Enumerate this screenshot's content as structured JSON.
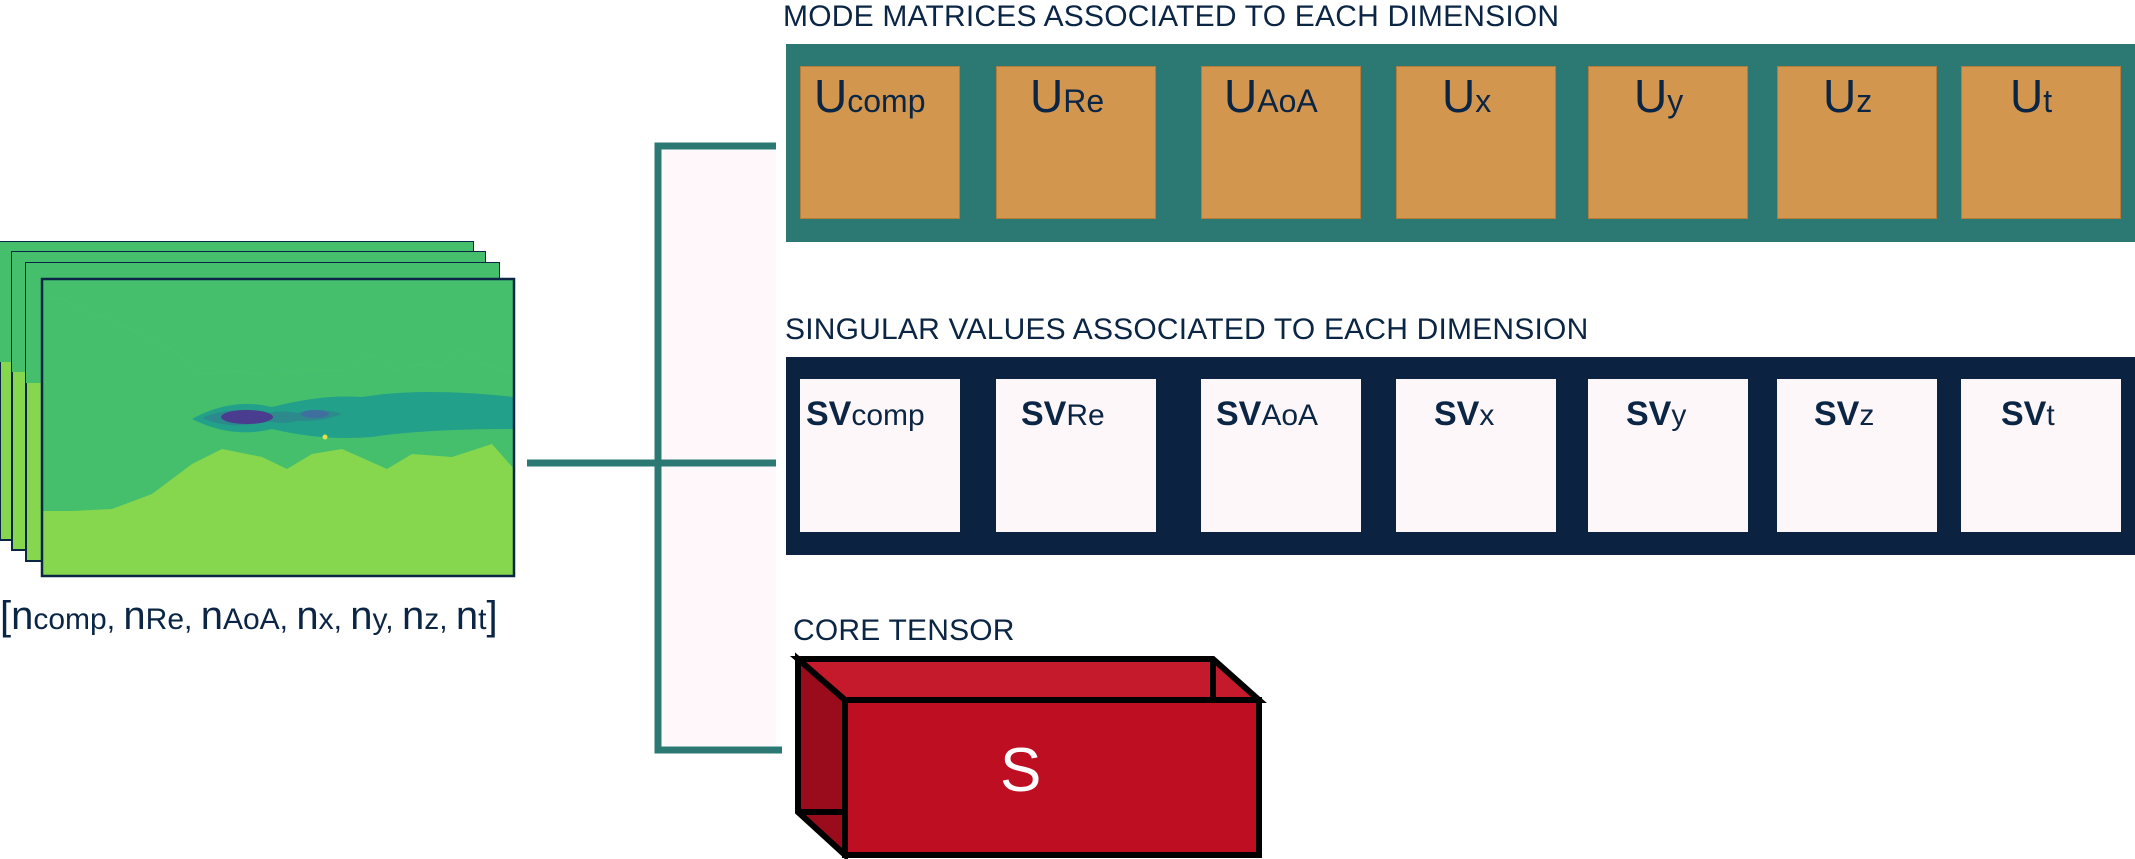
{
  "mode_section": {
    "title": "MODE MATRICES ASSOCIATED TO EACH DIMENSION",
    "cells": [
      {
        "symbol": "U",
        "sub": "comp"
      },
      {
        "symbol": "U",
        "sub": "Re"
      },
      {
        "symbol": "U",
        "sub": "AoA"
      },
      {
        "symbol": "U",
        "sub": "x"
      },
      {
        "symbol": "U",
        "sub": "y"
      },
      {
        "symbol": "U",
        "sub": "z"
      },
      {
        "symbol": "U",
        "sub": "t"
      }
    ]
  },
  "sv_section": {
    "title": "SINGULAR VALUES ASSOCIATED TO EACH DIMENSION",
    "cells": [
      {
        "symbol": "SV",
        "sub": "comp"
      },
      {
        "symbol": "SV",
        "sub": "Re"
      },
      {
        "symbol": "SV",
        "sub": "AoA"
      },
      {
        "symbol": "SV",
        "sub": "x"
      },
      {
        "symbol": "SV",
        "sub": "y"
      },
      {
        "symbol": "SV",
        "sub": "z"
      },
      {
        "symbol": "SV",
        "sub": "t"
      }
    ]
  },
  "core_section": {
    "title": "CORE TENSOR",
    "label": "S"
  },
  "input_tensor": {
    "open_bracket": "[",
    "close_bracket": "]",
    "dims": [
      {
        "symbol": "n",
        "sub": "comp"
      },
      {
        "symbol": "n",
        "sub": "Re"
      },
      {
        "symbol": "n",
        "sub": "AoA"
      },
      {
        "symbol": "n",
        "sub": "x"
      },
      {
        "symbol": "n",
        "sub": "y"
      },
      {
        "symbol": "n",
        "sub": "z"
      },
      {
        "symbol": "n",
        "sub": "t"
      }
    ],
    "separator": ", "
  },
  "colors": {
    "mode_panel": "#2c7873",
    "mode_cell": "#d2964e",
    "sv_panel": "#0b2341",
    "sv_cell": "#fdf7f9",
    "core_tensor": "#bd0e22",
    "text": "#0b2545",
    "field_light_green": "#86d64e",
    "field_mid_green": "#45bf6c",
    "field_teal": "#22a08a",
    "field_purple": "#4a3c8e"
  }
}
